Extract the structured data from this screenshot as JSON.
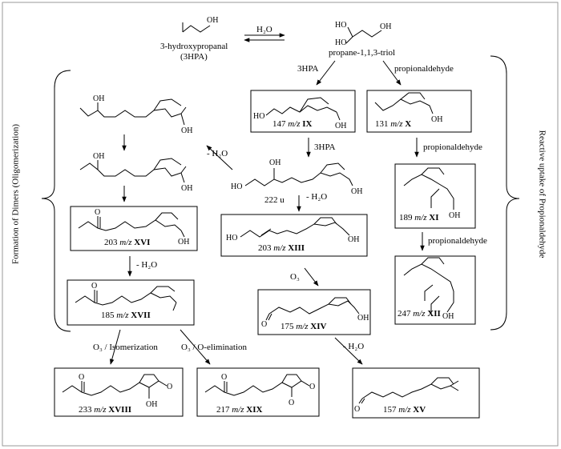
{
  "top": {
    "left_name": "3-hydroxypropanal",
    "left_abbr": "(3HPA)",
    "water": "H₂O",
    "right_name": "propane-1,1,3-triol"
  },
  "side_labels": {
    "left": "Formation of Dimers (Oligomerization)",
    "right": "Reactive uptake of Propionaldehyde"
  },
  "arrow_labels": {
    "a_3hpa_1": "3HPA",
    "a_prop_1": "propionaldehyde",
    "a_h2o_left": "- H₂O",
    "a_3hpa_2": "3HPA",
    "a_h2o_mid": "- H₂O",
    "a_prop_2": "propionaldehyde",
    "a_prop_3": "propionaldehyde",
    "a_h2o_xvi": "- H₂O",
    "a_o3_mid": "O₃",
    "a_o3_iso": "O₃ / Isomerization",
    "a_o3_elim": "O₃ / O-elimination",
    "a_h2o_xv": "- H₂O"
  },
  "compounds": {
    "IX": {
      "mass": "147",
      "unit": "m/z",
      "id": "IX"
    },
    "X": {
      "mass": "131",
      "unit": "m/z",
      "id": "X"
    },
    "u222": {
      "mass": "222 u"
    },
    "XI": {
      "mass": "189",
      "unit": "m/z",
      "id": "XI"
    },
    "XVI": {
      "mass": "203",
      "unit": "m/z",
      "id": "XVI"
    },
    "XIII": {
      "mass": "203",
      "unit": "m/z",
      "id": "XIII"
    },
    "XII": {
      "mass": "247",
      "unit": "m/z",
      "id": "XII"
    },
    "XVII": {
      "mass": "185",
      "unit": "m/z",
      "id": "XVII"
    },
    "XIV": {
      "mass": "175",
      "unit": "m/z",
      "id": "XIV"
    },
    "XVIII": {
      "mass": "233",
      "unit": "m/z",
      "id": "XVIII"
    },
    "XIX": {
      "mass": "217",
      "unit": "m/z",
      "id": "XIX"
    },
    "XV": {
      "mass": "157",
      "unit": "m/z",
      "id": "XV"
    }
  },
  "atoms": {
    "oh": "OH",
    "ho": "HO",
    "o": "O"
  }
}
